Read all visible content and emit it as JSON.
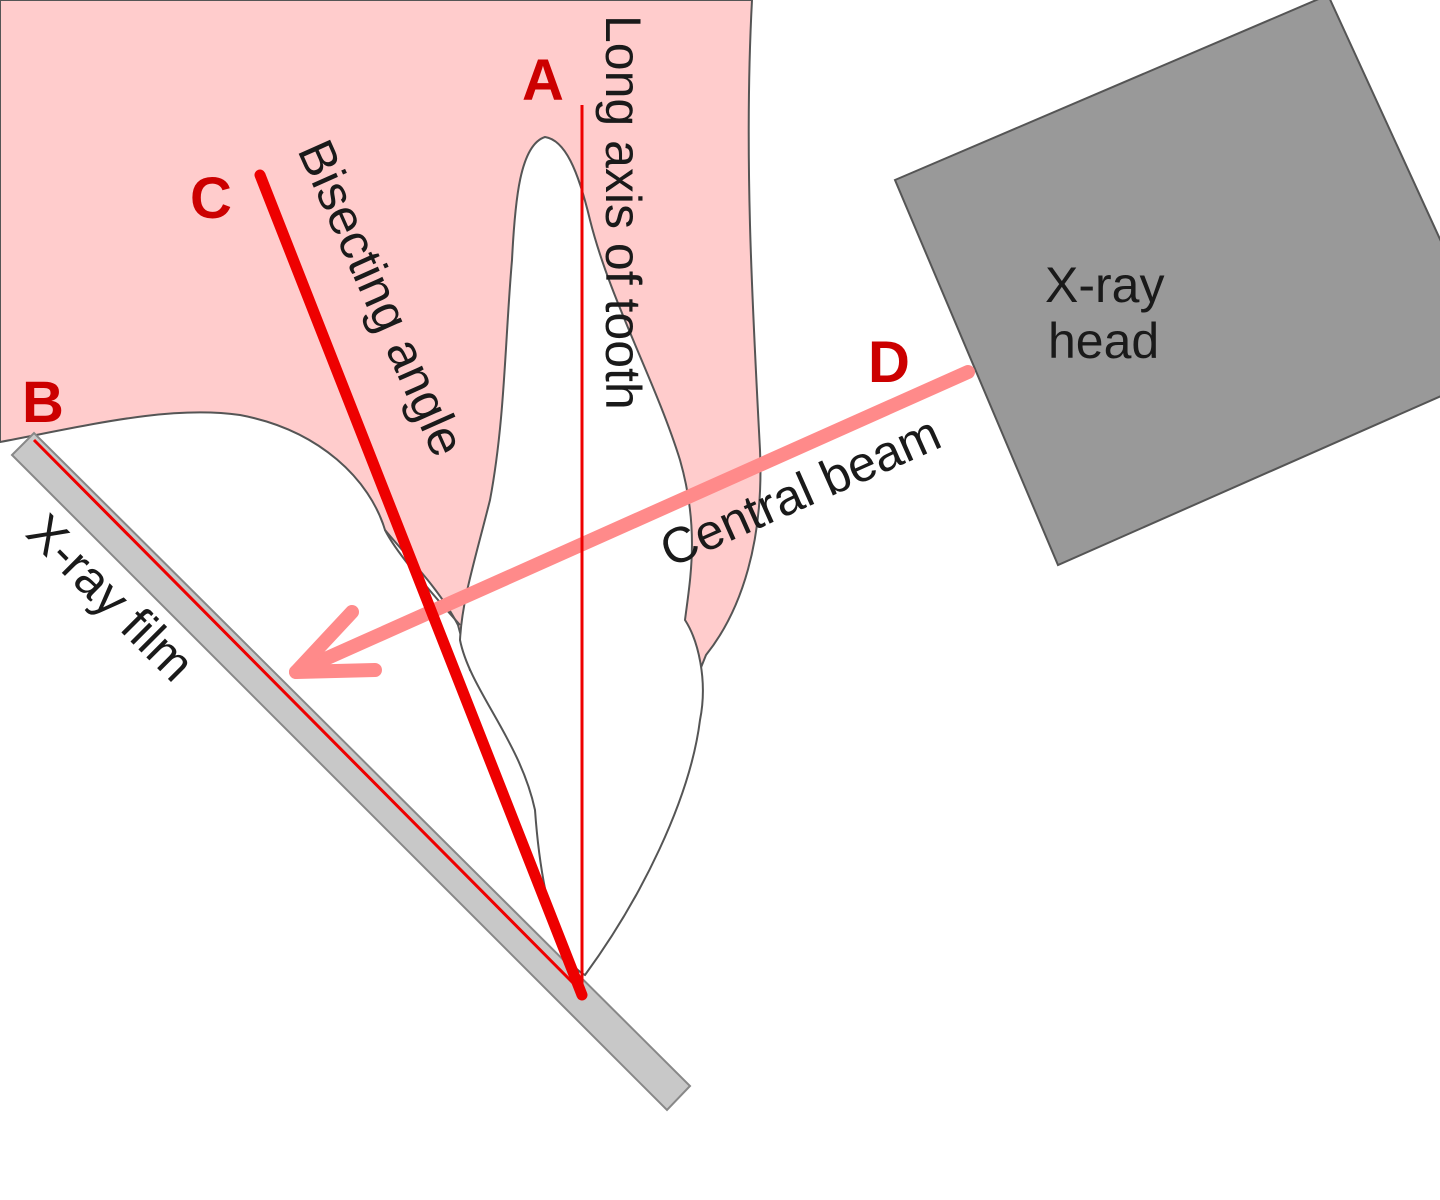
{
  "colors": {
    "gum": "#ffcccc",
    "tooth": "#ffffff",
    "outline": "#555555",
    "red": "#ee0000",
    "beam": "#ff8a8a",
    "xray_head": "#999999",
    "film": "#c8c8c8",
    "text": "#1a1a1a",
    "letter": "#cc0000"
  },
  "labels": {
    "a": "A",
    "b": "B",
    "c": "C",
    "d": "D",
    "long_axis": "Long axis of tooth",
    "bisecting": "Bisecting angle",
    "central_beam": "Central beam",
    "xray_film": "X-ray film",
    "xray_head_line1": "X-ray",
    "xray_head_line2": "head"
  }
}
